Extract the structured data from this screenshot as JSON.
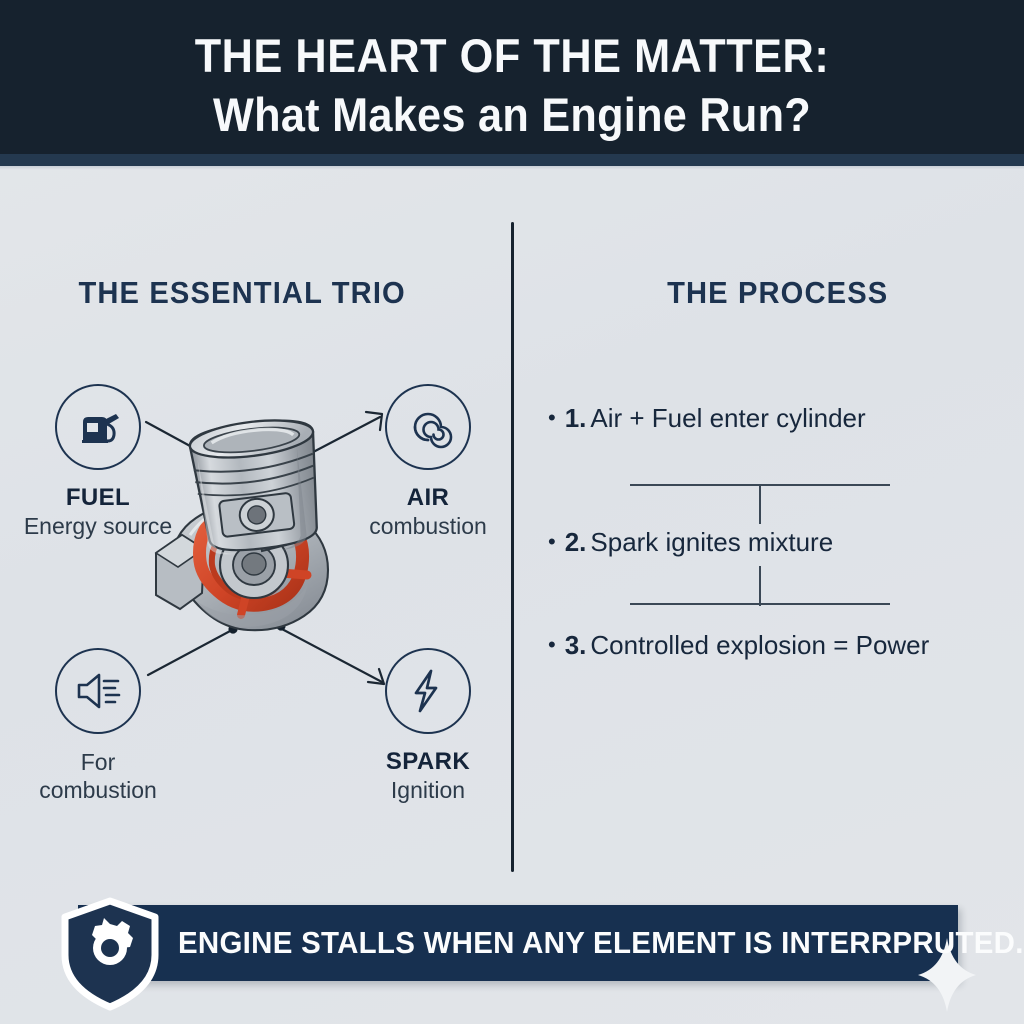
{
  "header": {
    "title_line1": "THE HEART OF THE MATTER:",
    "title_line2": "What Makes an Engine Run?",
    "background_color": "#16222e",
    "accent_color": "#24394f",
    "text_color": "#f7f9fb"
  },
  "theme": {
    "page_background": "#e1e5e9",
    "navy": "#1d3350",
    "ink": "#14243a",
    "body_text": "#2d3b4a",
    "banner_navy": "#173050",
    "engine_red": "#d0452c",
    "engine_steel": "#b9bec4"
  },
  "left_panel": {
    "heading": "THE ESSENTIAL TRIO",
    "nodes": [
      {
        "id": "fuel",
        "icon": "fuel-pump-icon",
        "title": "FUEL",
        "subtitle": "Energy source"
      },
      {
        "id": "air",
        "icon": "air-swirl-icon",
        "title": "AIR",
        "subtitle": "combustion"
      },
      {
        "id": "noise",
        "icon": "speaker-airflow-icon",
        "title": "",
        "subtitle_line1": "For",
        "subtitle_line2": "combustion"
      },
      {
        "id": "spark",
        "icon": "lightning-bolt-icon",
        "title": "SPARK",
        "subtitle": "Ignition"
      }
    ],
    "illustration": "engine-piston-crankshaft-illustration"
  },
  "right_panel": {
    "heading": "THE PROCESS",
    "steps": [
      {
        "bullet": "•",
        "number": "1.",
        "text": "Air + Fuel enter cylinder"
      },
      {
        "bullet": "•",
        "number": "2.",
        "text": "Spark ignites mixture"
      },
      {
        "bullet": "•",
        "number": "3.",
        "text": "Controlled explosion = Power"
      }
    ]
  },
  "footer": {
    "icon": "shield-gear-icon",
    "text": "ENGINE STALLS WHEN ANY ELEMENT IS INTERRPRUTED.",
    "decoration": "sparkle-icon",
    "background_color": "#173050"
  }
}
